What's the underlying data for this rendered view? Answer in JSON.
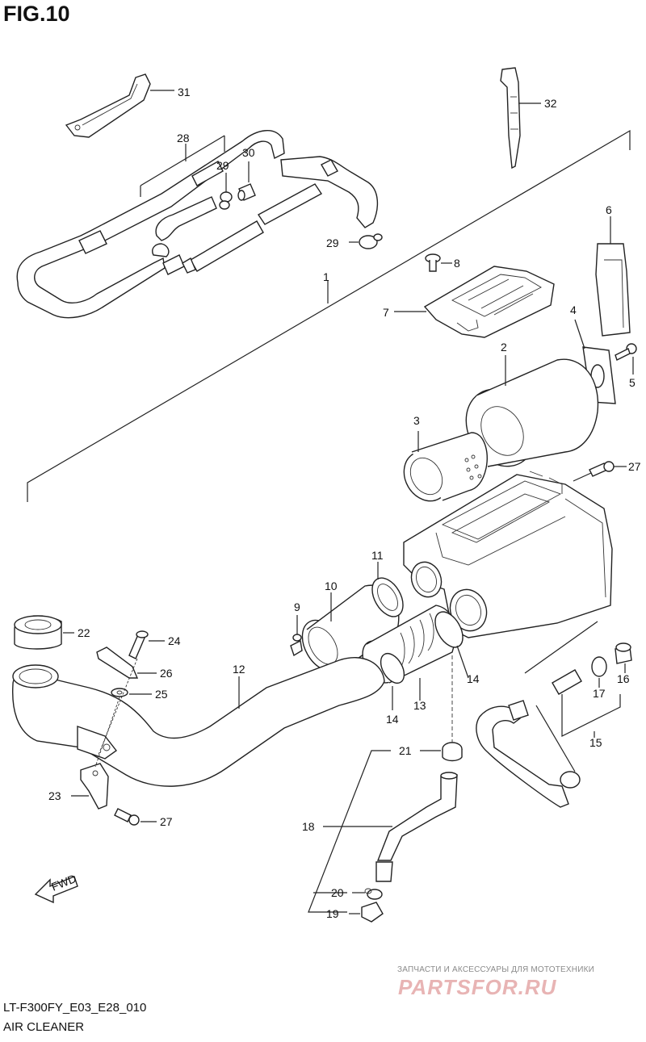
{
  "figure": {
    "title": "FIG.10",
    "code": "LT-F300FY_E03_E28_010",
    "subtitle": "AIR CLEANER"
  },
  "watermark": {
    "text": "ЗАПЧАСТИ И АКСЕССУАРЫ ДЛЯ МОТОТЕХНИКИ",
    "logo": "PARTSFOR.RU"
  },
  "direction_label": "FWD",
  "callouts": {
    "c1": "1",
    "c2": "2",
    "c3": "3",
    "c4": "4",
    "c5": "5",
    "c6": "6",
    "c7": "7",
    "c8": "8",
    "c9": "9",
    "c10": "10",
    "c11": "11",
    "c12": "12",
    "c13": "13",
    "c14a": "14",
    "c14b": "14",
    "c15": "15",
    "c16": "16",
    "c17": "17",
    "c18": "18",
    "c19": "19",
    "c20": "20",
    "c21": "21",
    "c22": "22",
    "c23": "23",
    "c24": "24",
    "c25": "25",
    "c26": "26",
    "c27a": "27",
    "c27b": "27",
    "c28": "28",
    "c29a": "29",
    "c29b": "29",
    "c30": "30",
    "c31": "31",
    "c32": "32"
  }
}
